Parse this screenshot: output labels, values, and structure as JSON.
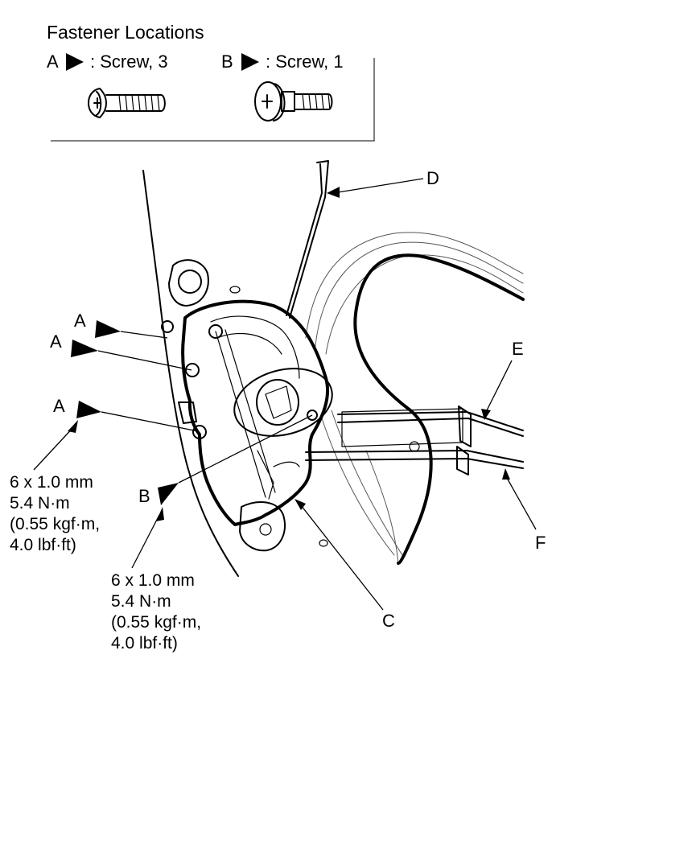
{
  "legend": {
    "title": "Fastener Locations",
    "item_a": {
      "letter": "A",
      "text": ": Screw, 3"
    },
    "item_b": {
      "letter": "B",
      "text": ": Screw, 1"
    }
  },
  "callouts": {
    "a": "A",
    "b": "B",
    "c": "C",
    "d": "D",
    "e": "E",
    "f": "F"
  },
  "torque_spec": {
    "size": "6 x 1.0 mm",
    "torque": "5.4 N·m",
    "kgf": "(0.55 kgf·m,",
    "lbf": "4.0 lbf·ft)"
  }
}
